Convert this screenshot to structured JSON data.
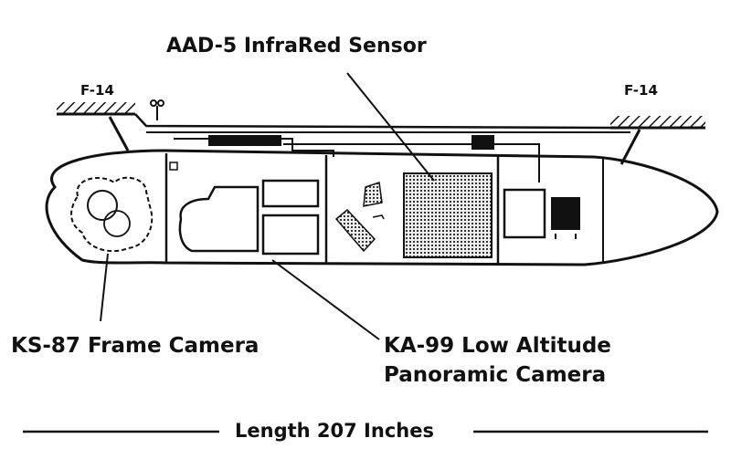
{
  "labels": {
    "infrared_sensor": "AAD-5 InfraRed Sensor",
    "frame_camera": "KS-87 Frame Camera",
    "panoramic_camera_line1": "KA-99 Low Altitude",
    "panoramic_camera_line2": "Panoramic Camera",
    "length": "Length 207 Inches",
    "aircraft_left": "F-14",
    "aircraft_right": "F-14"
  },
  "colors": {
    "ink": "#111111",
    "background": "#ffffff"
  }
}
